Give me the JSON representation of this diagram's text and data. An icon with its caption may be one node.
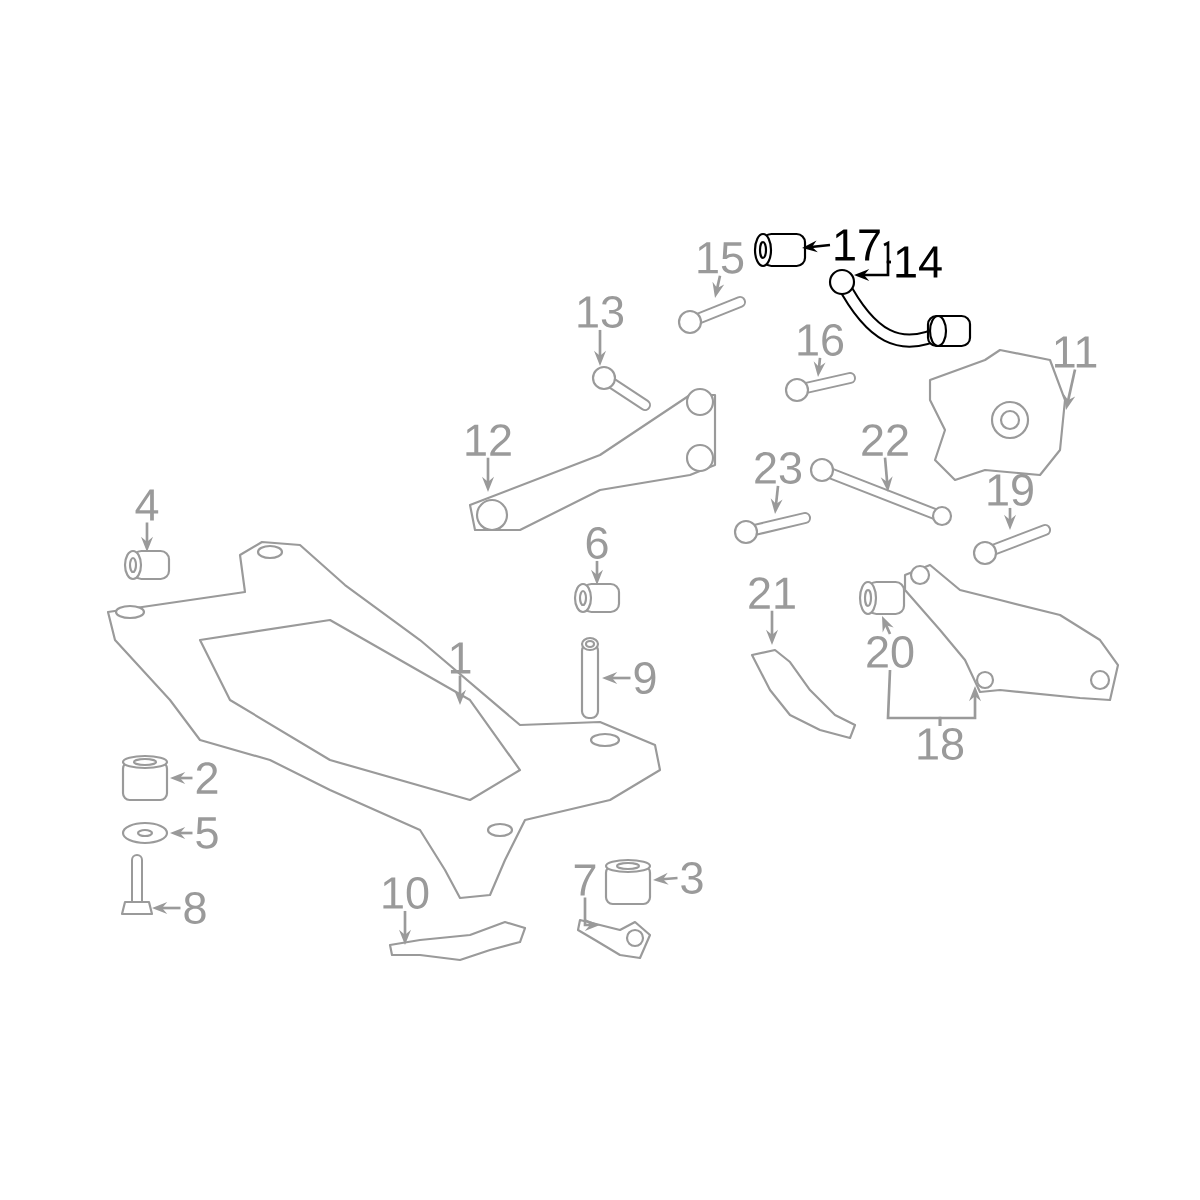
{
  "diagram": {
    "nodes": [
      {
        "text": [
          "1"
        ]
      },
      {
        "text": [
          "2"
        ]
      },
      {
        "text": [
          "3"
        ]
      },
      {
        "text": [
          "4"
        ]
      },
      {
        "text": [
          "5"
        ]
      },
      {
        "text": [
          "6"
        ]
      },
      {
        "text": [
          "7"
        ]
      },
      {
        "text": [
          "8"
        ]
      },
      {
        "text": [
          "9"
        ]
      },
      {
        "text": [
          "10"
        ]
      },
      {
        "text": [
          "11"
        ]
      },
      {
        "text": [
          "12"
        ]
      },
      {
        "text": [
          "13"
        ]
      },
      {
        "text": [
          "14"
        ]
      },
      {
        "text": [
          "15"
        ]
      },
      {
        "text": [
          "16"
        ]
      },
      {
        "text": [
          "17"
        ]
      },
      {
        "text": [
          "18"
        ]
      },
      {
        "text": [
          "19"
        ]
      },
      {
        "text": [
          "20"
        ]
      },
      {
        "text": [
          "21"
        ]
      },
      {
        "text": [
          "22"
        ]
      },
      {
        "text": [
          "23"
        ]
      },
      {
        "text": [],
        "shape": "picture"
      },
      {
        "text": [],
        "shape": "cylinder"
      },
      {
        "text": [],
        "shape": "cylinder"
      },
      {
        "text": [],
        "shape": "cylinder"
      },
      {
        "text": [],
        "shape": "picture"
      },
      {
        "text": [],
        "shape": "cylinder"
      },
      {
        "text": [],
        "shape": "picture"
      },
      {
        "text": [],
        "shape": "picture"
      },
      {
        "text": [],
        "shape": "cylinder"
      },
      {
        "text": [],
        "shape": "picture"
      },
      {
        "text": [],
        "shape": "picture"
      },
      {
        "text": [],
        "shape": "picture"
      },
      {
        "text": [],
        "shape": "picture"
      },
      {
        "text": [],
        "shape": "picture"
      },
      {
        "text": [],
        "shape": "picture"
      },
      {
        "text": [],
        "shape": "picture"
      },
      {
        "text": [],
        "shape": "cylinder"
      },
      {
        "text": [],
        "shape": "picture"
      },
      {
        "text": [],
        "shape": "picture"
      },
      {
        "text": [],
        "shape": "cylinder"
      },
      {
        "text": [],
        "shape": "picture"
      },
      {
        "text": [],
        "shape": "picture"
      },
      {
        "text": [],
        "shape": "picture"
      }
    ],
    "edges": [
      {
        "from": 0,
        "to": 23,
        "arrow": "to"
      },
      {
        "from": 1,
        "to": 24,
        "arrow": "to"
      },
      {
        "from": 2,
        "to": 25,
        "arrow": "to"
      },
      {
        "from": 3,
        "to": 26,
        "arrow": "to"
      },
      {
        "from": 4,
        "to": 27,
        "arrow": "to"
      },
      {
        "from": 5,
        "to": 28,
        "arrow": "to"
      },
      {
        "from": 6,
        "to": 29,
        "arrow": "to"
      },
      {
        "from": 7,
        "to": 30,
        "arrow": "to"
      },
      {
        "from": 8,
        "to": 31,
        "arrow": "to"
      },
      {
        "from": 9,
        "to": 32,
        "arrow": "to"
      },
      {
        "from": 10,
        "to": 33,
        "arrow": "to"
      },
      {
        "from": 11,
        "to": 34,
        "arrow": "to"
      },
      {
        "from": 12,
        "to": 35,
        "arrow": "to"
      },
      {
        "from": 13,
        "to": 36,
        "arrow": "to",
        "color": "#000000"
      },
      {
        "from": 14,
        "to": 37,
        "arrow": "to"
      },
      {
        "from": 15,
        "to": 38,
        "arrow": "to"
      },
      {
        "from": 16,
        "to": 39,
        "arrow": "to",
        "color": "#000000"
      },
      {
        "from": 17,
        "to": 40,
        "arrow": "to"
      },
      {
        "from": 18,
        "to": 41,
        "arrow": "to"
      },
      {
        "from": 19,
        "to": 42,
        "arrow": "to"
      },
      {
        "from": 20,
        "to": 43,
        "arrow": "to"
      },
      {
        "from": 21,
        "to": 44,
        "arrow": "to"
      },
      {
        "from": 22,
        "to": 45,
        "arrow": "to"
      },
      {
        "from": 13,
        "to": 16,
        "arrow": "none",
        "color": "#000000"
      },
      {
        "from": 17,
        "to": 19,
        "arrow": "none"
      }
    ]
  }
}
